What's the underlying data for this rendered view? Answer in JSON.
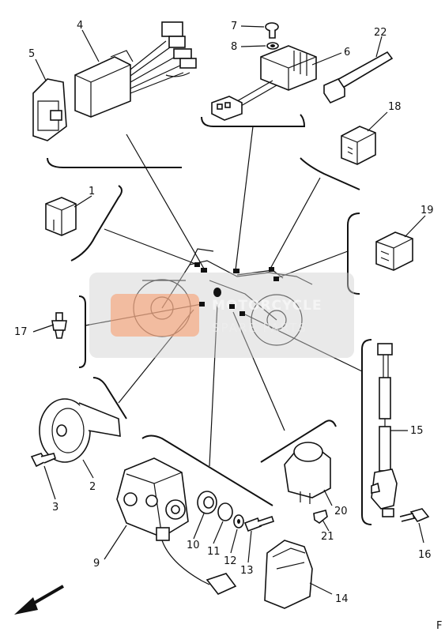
{
  "callouts": [
    "1",
    "2",
    "3",
    "4",
    "5",
    "6",
    "7",
    "8",
    "9",
    "10",
    "11",
    "12",
    "13",
    "14",
    "15",
    "16",
    "17",
    "18",
    "19",
    "20",
    "21",
    "22"
  ],
  "watermark": {
    "line1": "MOTORCYCLE",
    "line2": "SPARE PARTS",
    "colors": {
      "box": "#cfcfcf",
      "logo": "#f2a27a",
      "text": "#f4f4f4"
    }
  },
  "corner_mark": "F",
  "icons": [
    "bike-silhouette-icon",
    "direction-arrow-icon"
  ]
}
